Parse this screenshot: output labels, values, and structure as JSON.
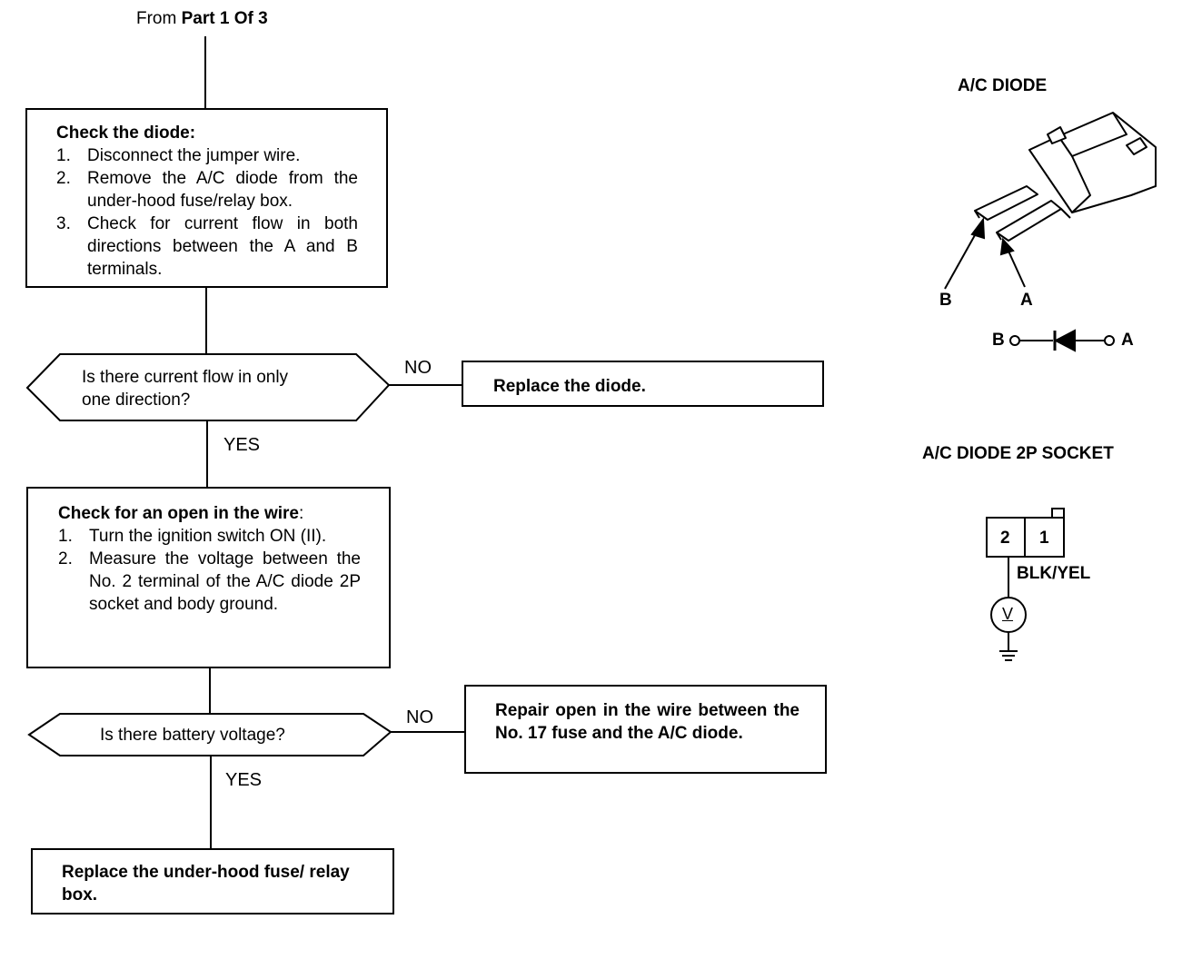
{
  "header": {
    "prefix": "From ",
    "source": "Part 1 Of 3"
  },
  "box1": {
    "title": "Check the diode:",
    "steps": [
      {
        "num": "1.",
        "text": "Disconnect the jumper wire."
      },
      {
        "num": "2.",
        "text": "Remove the A/C diode from the under-hood fuse/relay box."
      },
      {
        "num": "3.",
        "text": "Check for current flow in both directions between the A and B terminals."
      }
    ]
  },
  "decision1": {
    "line1": "Is there current flow in only",
    "line2": "one direction?",
    "no": "NO",
    "yes": "YES"
  },
  "result1": "Replace the diode.",
  "box2": {
    "title": "Check for an open in the wire",
    "title_suffix": ":",
    "steps": [
      {
        "num": "1.",
        "text": "Turn the ignition switch ON (II)."
      },
      {
        "num": "2.",
        "text": "Measure the voltage between the No. 2 terminal of the A/C diode 2P socket and body ground."
      }
    ]
  },
  "decision2": {
    "text": "Is there battery voltage?",
    "no": "NO",
    "yes": "YES"
  },
  "result2": "Repair open in the wire between the No. 17 fuse and the A/C diode.",
  "final": "Replace the under-hood fuse/ relay box.",
  "diode_fig": {
    "title": "A/C DIODE",
    "label_b": "B",
    "label_a": "A",
    "symbol_b": "B",
    "symbol_a": "A"
  },
  "socket_fig": {
    "title": "A/C DIODE 2P SOCKET",
    "pin2": "2",
    "pin1": "1",
    "wire": "BLK/YEL",
    "meter": "V"
  }
}
